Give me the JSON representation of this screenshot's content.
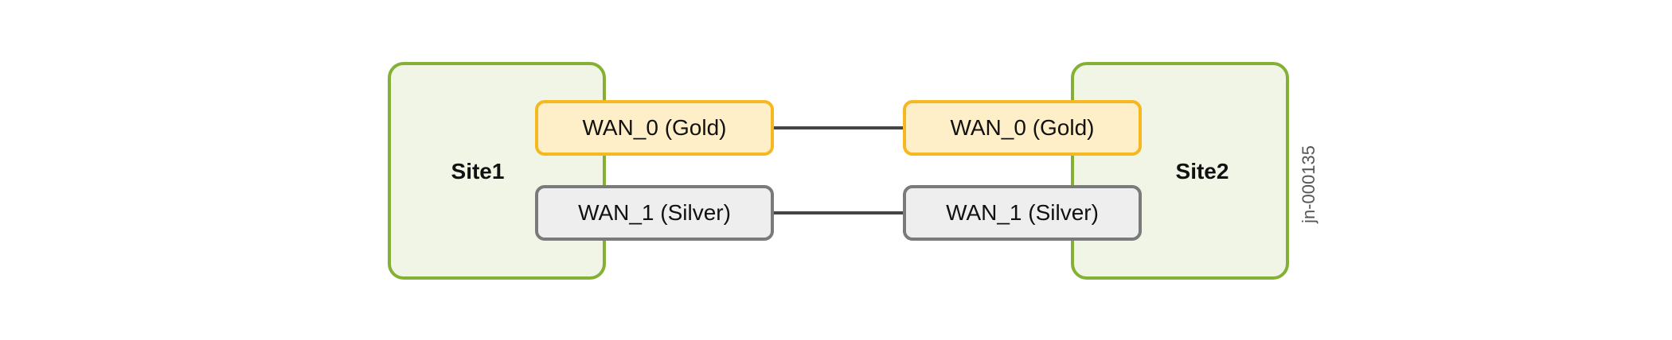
{
  "diagram": {
    "sites": [
      {
        "label": "Site1"
      },
      {
        "label": "Site2"
      }
    ],
    "links": [
      {
        "left": "WAN_0 (Gold)",
        "right": "WAN_0 (Gold)"
      },
      {
        "left": "WAN_1 (Silver)",
        "right": "WAN_1 (Silver)"
      }
    ],
    "figure_id": "jn-000135"
  },
  "colors": {
    "site_border": "#84b135",
    "site_fill": "#f0f5e6",
    "gold_border": "#f5b820",
    "gold_fill": "#ffefc8",
    "silver_border": "#7a7a7a",
    "silver_fill": "#eeeeee",
    "link_line": "#444444"
  }
}
